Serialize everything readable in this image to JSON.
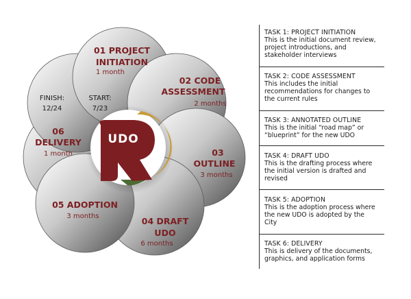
{
  "phases": [
    {
      "number_title": "01 PROJECT",
      "title2": "INITIATION",
      "duration": "1 month"
    },
    {
      "number_title": "02 CODE",
      "title2": "ASSESSMENT",
      "duration": "2 months"
    },
    {
      "number_title": "03",
      "title2": "OUTLINE",
      "duration": "3 months"
    },
    {
      "number_title": "04 DRAFT",
      "title2": "UDO",
      "duration": "6 months"
    },
    {
      "number_title": "05 ADOPTION",
      "title2": "",
      "duration": "3 months"
    },
    {
      "number_title": "06",
      "title2": "DELIVERY",
      "duration": "1 month"
    }
  ],
  "start": {
    "label": "START:",
    "date": "7/23"
  },
  "finish": {
    "label": "FINISH:",
    "date": "12/24"
  },
  "logo": {
    "text": "UDO"
  },
  "colors": {
    "maroon": "#7d1f22",
    "gold": "#c99a3a",
    "green": "#4d6b35"
  },
  "tasks": [
    {
      "title": "TASK 1: PROJECT INITIATION",
      "lines": [
        "This is the initial document review,",
        "project introductions, and",
        "stakeholder interviews"
      ]
    },
    {
      "title": "TASK 2: CODE ASSESSMENT",
      "lines": [
        "This includes the initial",
        "recommendations for changes to",
        "the current rules"
      ]
    },
    {
      "title": "TASK 3: ANNOTATED OUTLINE",
      "lines": [
        "This is the initial “road map” or",
        "“blueprint” for the new UDO"
      ]
    },
    {
      "title": "TASK 4: DRAFT UDO",
      "lines": [
        "This is the drafting process where",
        "the initial version is drafted and",
        "revised"
      ]
    },
    {
      "title": "TASK 5: ADOPTION",
      "lines": [
        "This is the adoption process where",
        "the new UDO is adopted by the",
        "City"
      ]
    },
    {
      "title": "TASK 6: DELIVERY",
      "lines": [
        "This is delivery of the documents,",
        "graphics, and application forms"
      ]
    }
  ]
}
